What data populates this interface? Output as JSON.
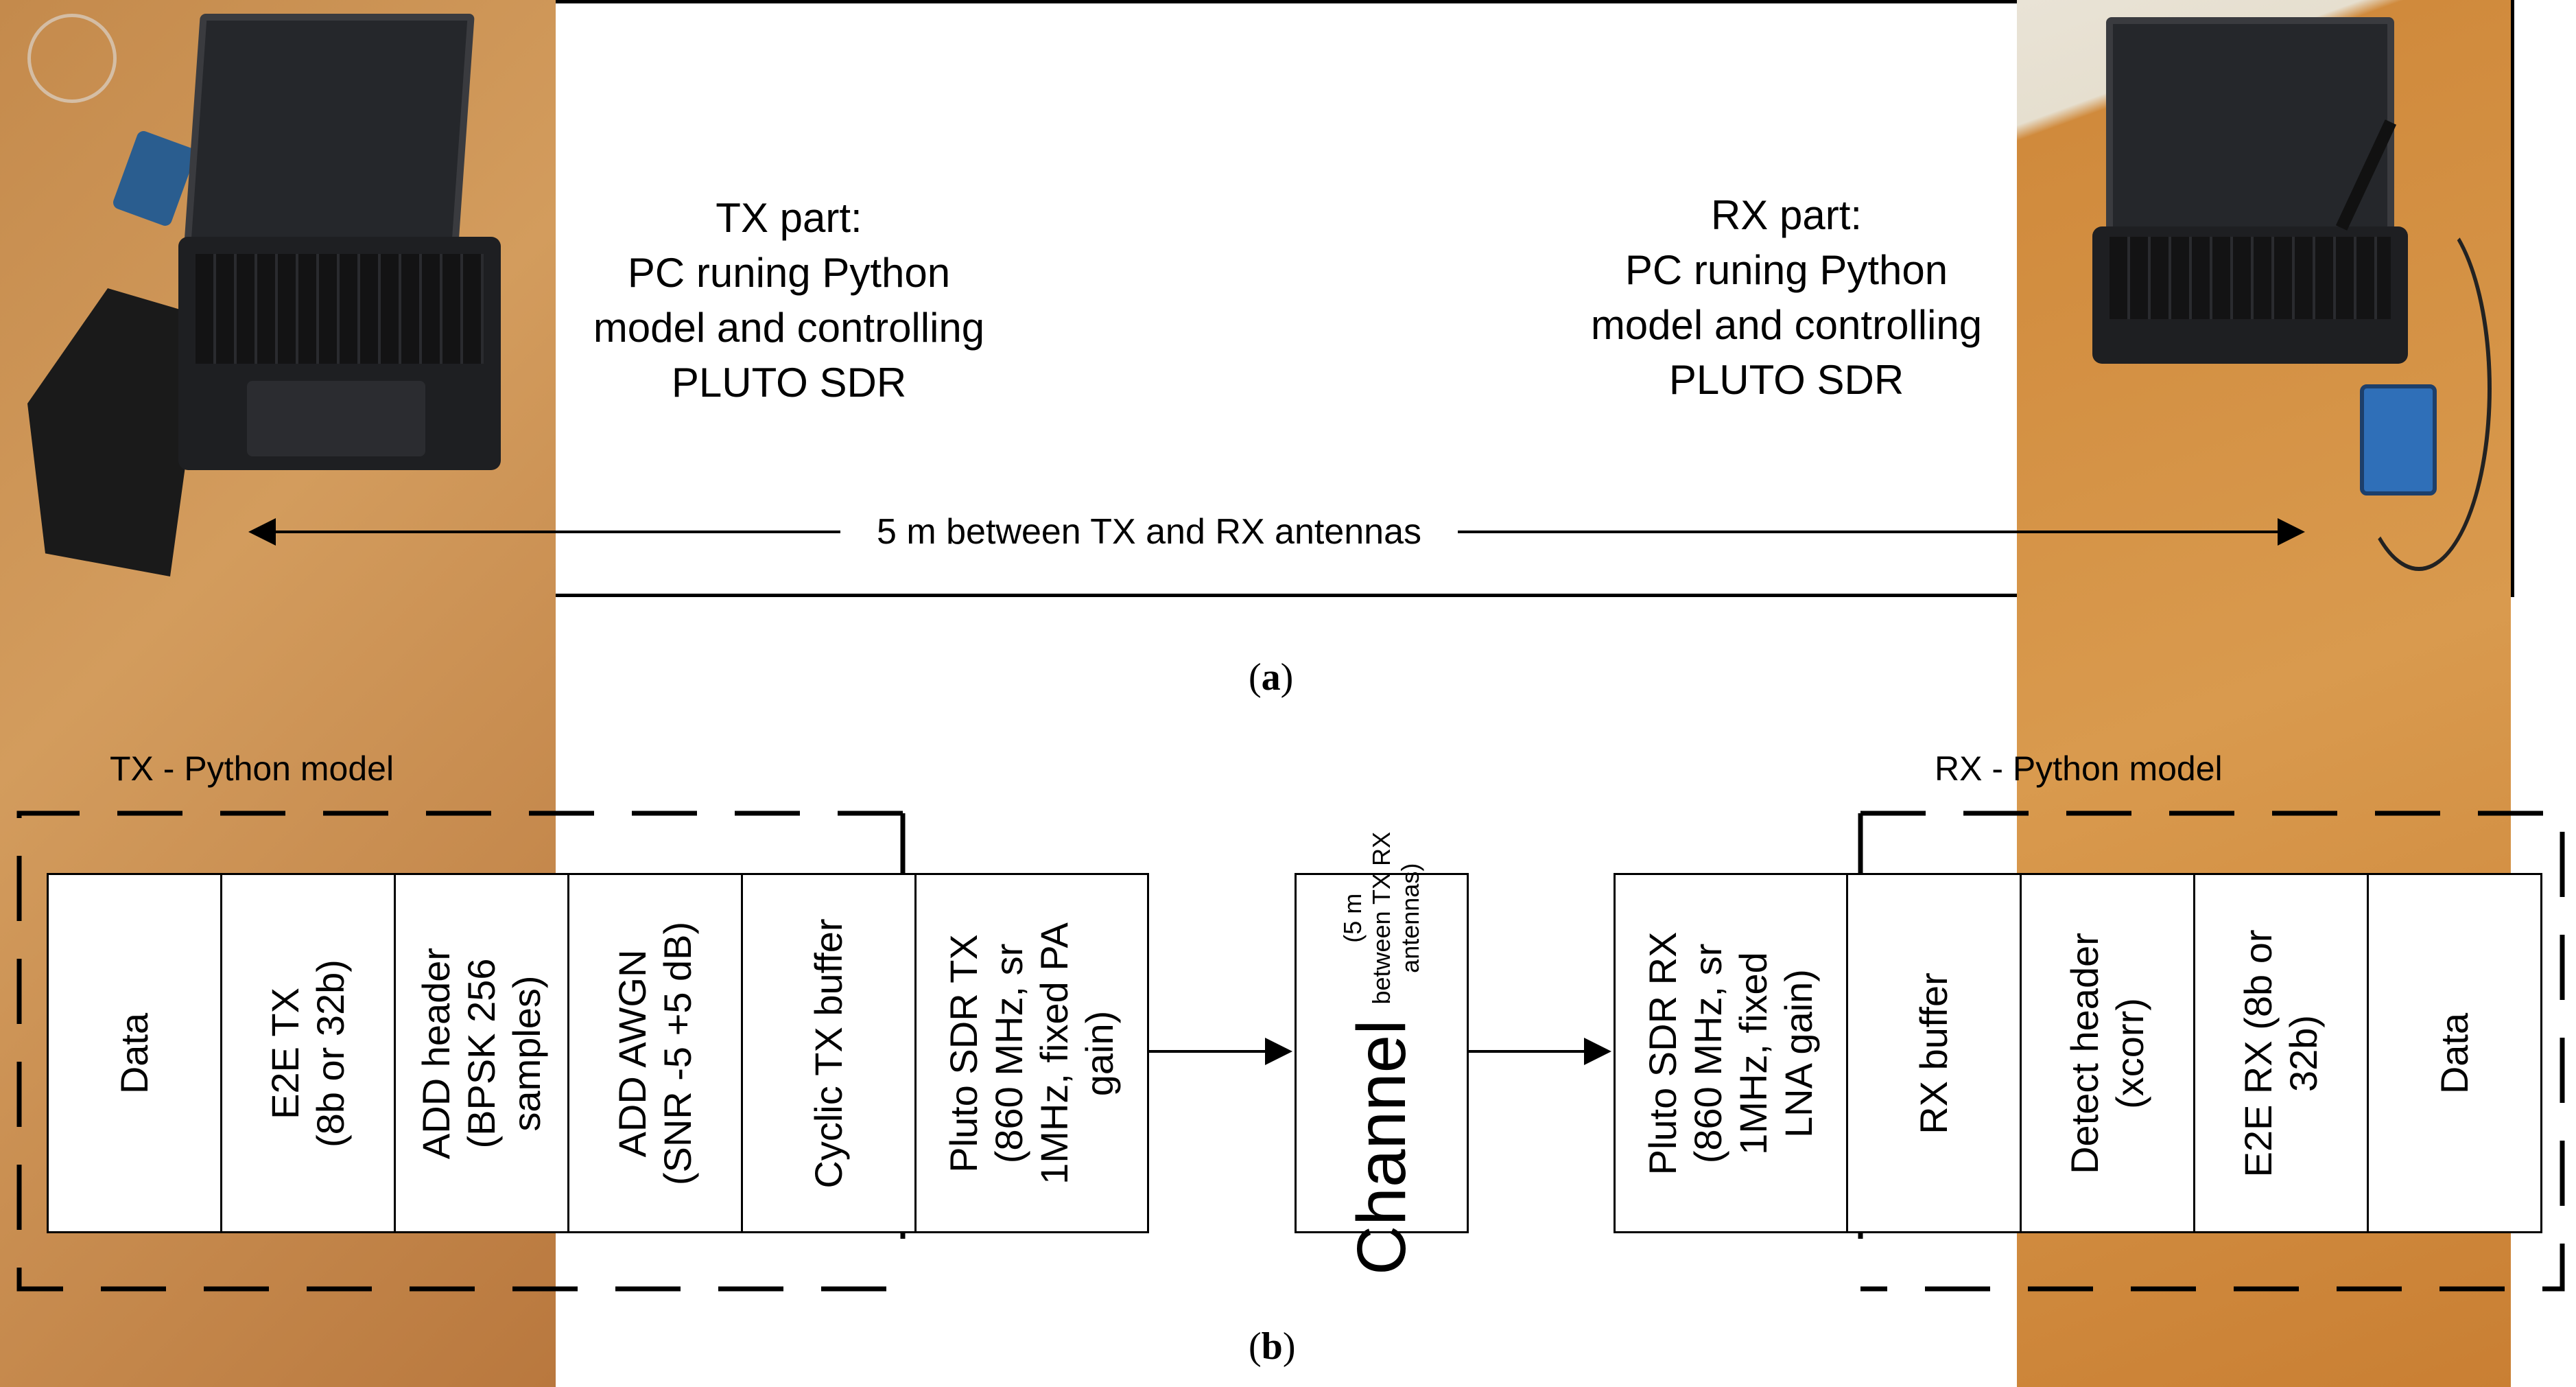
{
  "panel_a": {
    "tx_text": [
      "TX part:",
      "PC runing Python",
      "model and controlling",
      "PLUTO SDR"
    ],
    "rx_text": [
      "RX part:",
      "PC runing Python",
      "model and controlling",
      "PLUTO SDR"
    ],
    "distance_label": "5 m between TX and RX antennas",
    "caption_letter": "a"
  },
  "panel_b": {
    "tx_group_title": "TX - Python model",
    "rx_group_title": "RX - Python model",
    "tx_blocks": [
      [
        "Data"
      ],
      [
        "E2E TX",
        "(8b or 32b)"
      ],
      [
        "ADD header",
        "(BPSK 256",
        "samples)"
      ],
      [
        "ADD AWGN",
        "(SNR -5 +5 dB)"
      ],
      [
        "Cyclic TX buffer"
      ]
    ],
    "pluto_tx": [
      "Pluto SDR TX",
      "(860 MHz, sr",
      "1MHz, fixed PA",
      "gain)"
    ],
    "channel": {
      "main": "Channel",
      "small": [
        "(5 m",
        "between TX RX",
        "antennas)"
      ]
    },
    "pluto_rx": [
      "Pluto SDR RX",
      "(860 MHz, sr",
      "1MHz, fixed",
      "LNA gain)"
    ],
    "rx_blocks": [
      [
        "RX buffer"
      ],
      [
        "Detect header",
        "(xcorr)"
      ],
      [
        "E2E RX (8b or",
        "32b)"
      ],
      [
        "Data"
      ]
    ],
    "caption_letter": "b"
  }
}
